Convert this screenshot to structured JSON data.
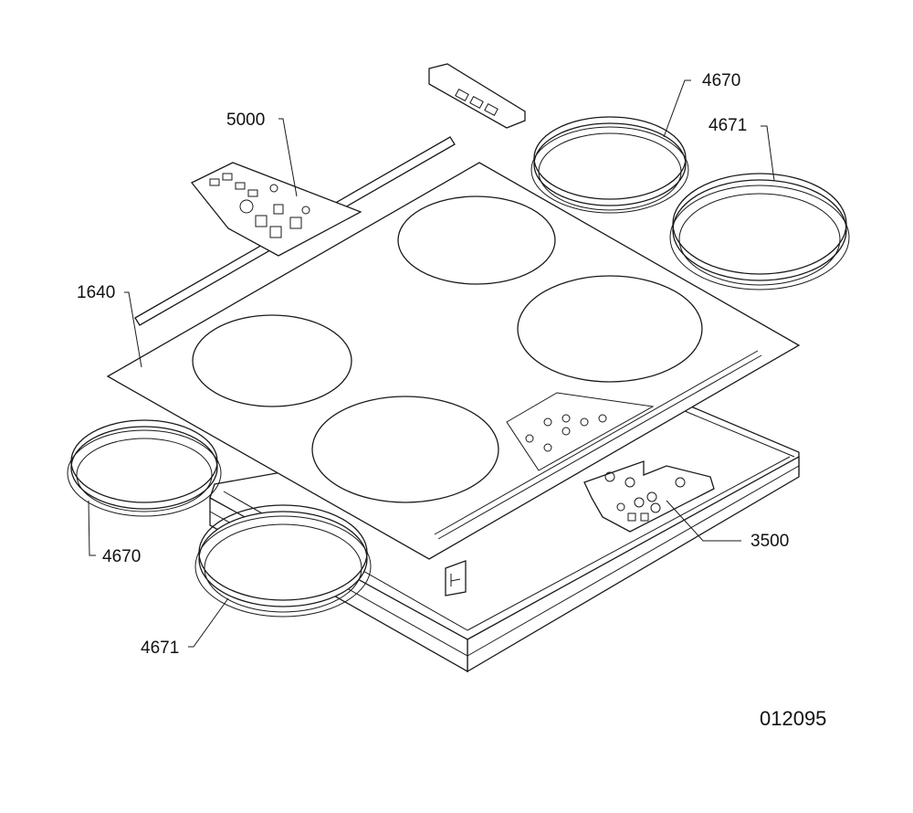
{
  "labels": {
    "board_5000": "5000",
    "glass_1640": "1640",
    "element_4670_top": "4670",
    "element_4671_top": "4671",
    "element_4670_bottom": "4670",
    "element_4671_bottom": "4671",
    "board_3500": "3500"
  },
  "drawing_code": "012095",
  "colors": {
    "line": "#1a1a1a",
    "background": "#ffffff"
  }
}
